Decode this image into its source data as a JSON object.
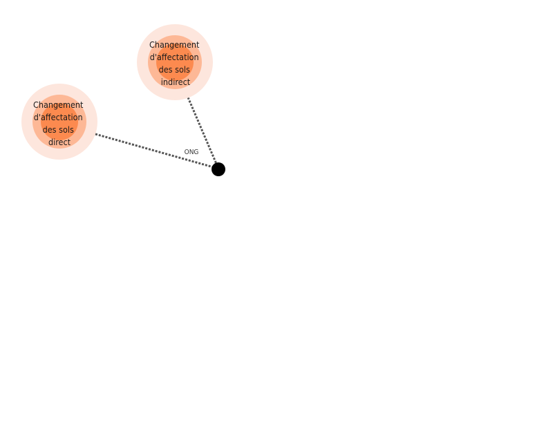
{
  "colors": {
    "halo_outer": "#fde6dd",
    "halo_middle": "#fdb896",
    "halo_core": "#fc8a4f",
    "hub": "#000000",
    "edge": "#555555",
    "background": "#ffffff"
  },
  "nodes": [
    {
      "id": "cas-indirect",
      "label_lines": [
        "Changement",
        "d'affectation",
        "des sols",
        "indirect"
      ]
    },
    {
      "id": "cas-direct",
      "label_lines": [
        "Changement",
        "d'affectation",
        "des sols",
        "direct"
      ]
    },
    {
      "id": "hub",
      "label_lines": []
    }
  ],
  "edges": [
    {
      "from": "cas-direct",
      "to": "hub",
      "label": "ONG"
    },
    {
      "from": "cas-indirect",
      "to": "hub",
      "label": ""
    }
  ]
}
